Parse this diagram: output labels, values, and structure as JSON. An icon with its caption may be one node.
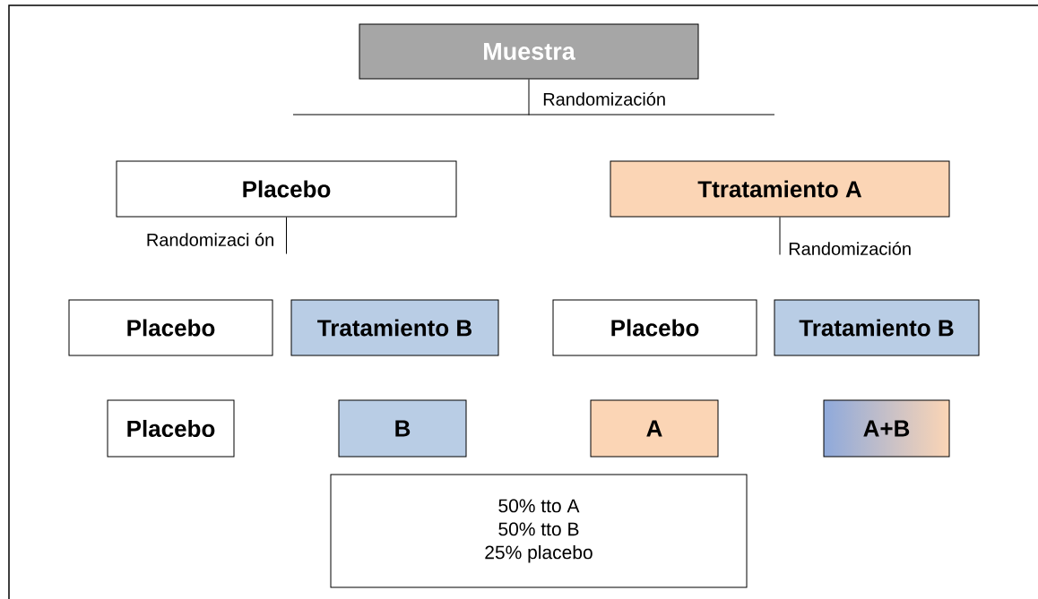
{
  "diagram": {
    "nodes": [
      {
        "text": [
          "Muestra"
        ]
      },
      {
        "text": [
          "Placebo"
        ]
      },
      {
        "text": [
          "Ttratamiento A"
        ]
      },
      {
        "text": [
          "Placebo"
        ]
      },
      {
        "text": [
          "Tratamiento B"
        ]
      },
      {
        "text": [
          "Placebo"
        ]
      },
      {
        "text": [
          "Tratamiento B"
        ]
      },
      {
        "text": [
          "Placebo"
        ]
      },
      {
        "text": [
          "B"
        ]
      },
      {
        "text": [
          "A"
        ]
      },
      {
        "text": [
          "A+B"
        ]
      },
      {
        "text": [
          "50% tto A",
          "50% tto B",
          "25% placebo"
        ]
      }
    ],
    "edges": [
      {
        "from": 0,
        "to": null,
        "arrow": "none",
        "label": "Randomización"
      },
      {
        "from": 1,
        "to": null,
        "arrow": "none",
        "label": "Randomizaci ón"
      },
      {
        "from": 2,
        "to": null,
        "arrow": "none",
        "label": "Randomización"
      }
    ]
  }
}
